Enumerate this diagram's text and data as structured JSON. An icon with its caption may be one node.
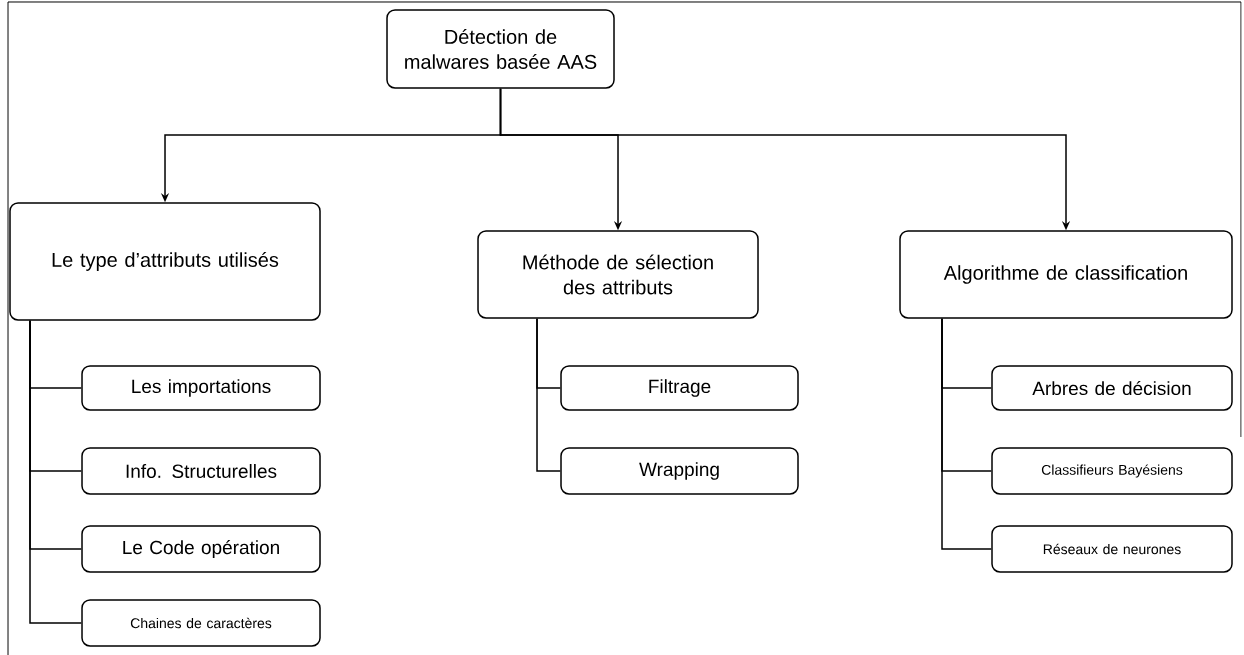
{
  "diagram": {
    "nodes": [
      {
        "text": [
          "Détection de malwares basée AAS"
        ]
      },
      {
        "text": [
          "Le type d’attributs utilisés"
        ]
      },
      {
        "text": [
          "Méthode de sélection des attributs"
        ]
      },
      {
        "text": [
          "Algorithme de classification"
        ]
      },
      {
        "text": [
          "Les importations"
        ]
      },
      {
        "text": [
          "Info. Structurelles"
        ]
      },
      {
        "text": [
          "Le Code opération"
        ]
      },
      {
        "text": [
          "Chaines de caractères"
        ]
      },
      {
        "text": [
          "Filtrage"
        ]
      },
      {
        "text": [
          "Wrapping"
        ]
      },
      {
        "text": [
          "Arbres de décision"
        ]
      },
      {
        "text": [
          "Classifieurs Bayésiens"
        ]
      },
      {
        "text": [
          "Réseaux de neurones"
        ]
      }
    ],
    "edges": [
      {
        "from": 0,
        "to": 1,
        "arrow": "to"
      },
      {
        "from": 0,
        "to": 2,
        "arrow": "to"
      },
      {
        "from": 0,
        "to": 3,
        "arrow": "to"
      },
      {
        "from": 1,
        "to": 4,
        "arrow": "none"
      },
      {
        "from": 1,
        "to": 5,
        "arrow": "none"
      },
      {
        "from": 1,
        "to": 6,
        "arrow": "none"
      },
      {
        "from": 1,
        "to": 7,
        "arrow": "none"
      },
      {
        "from": 2,
        "to": 8,
        "arrow": "none"
      },
      {
        "from": 2,
        "to": 9,
        "arrow": "none"
      },
      {
        "from": 3,
        "to": 10,
        "arrow": "none"
      },
      {
        "from": 3,
        "to": 11,
        "arrow": "none"
      },
      {
        "from": 3,
        "to": 12,
        "arrow": "none"
      }
    ]
  }
}
